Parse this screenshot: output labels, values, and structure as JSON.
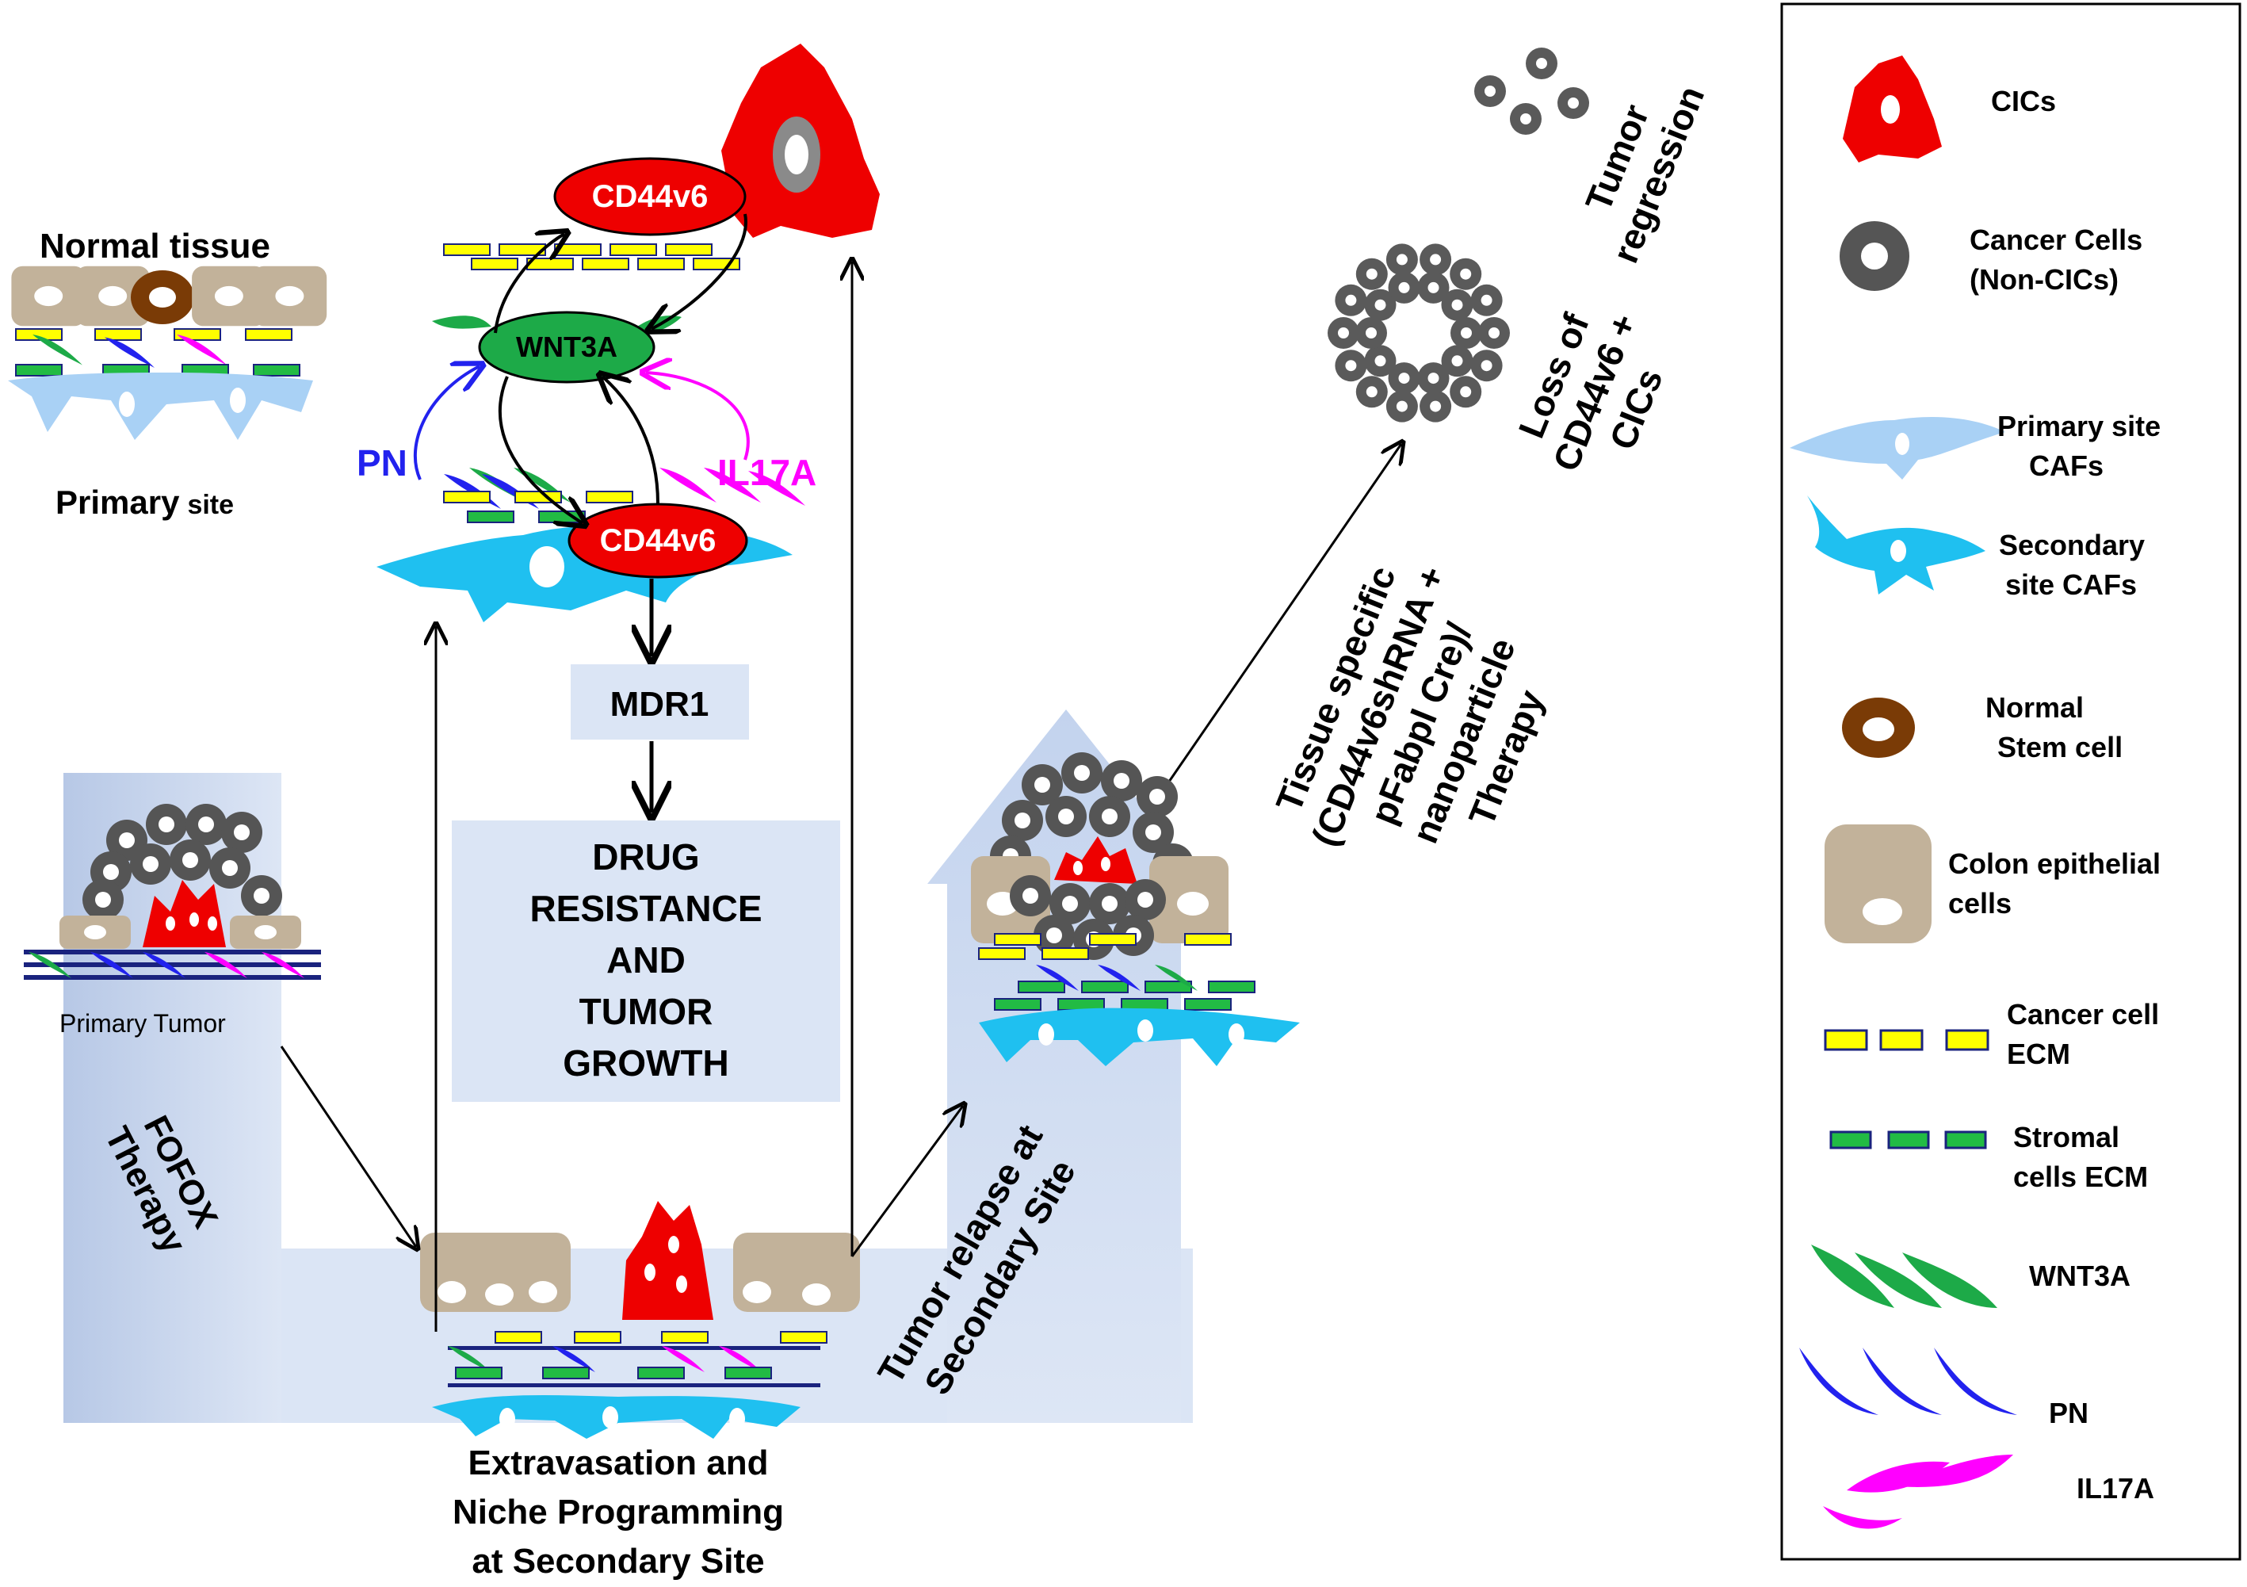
{
  "primary_site": {
    "heading": "Normal tissue",
    "caption_bold": "Primary",
    "caption_small": "site"
  },
  "primary_tumor": {
    "label": "Primary Tumor",
    "therapy_line1": "FOFOX",
    "therapy_line2": "Therapy"
  },
  "niche": {
    "cd44_top": "CD44v6",
    "wnt3a": "WNT3A",
    "pn": "PN",
    "il17a": "IL17A",
    "cd44_bottom": "CD44v6",
    "mdr1": "MDR1",
    "outcome": [
      "DRUG",
      "RESISTANCE",
      "AND",
      "TUMOR",
      "GROWTH"
    ]
  },
  "secondary": {
    "caption": [
      "Extravasation and",
      "Niche Programming",
      "at Secondary Site"
    ],
    "relapse_line1": "Tumor relapse at",
    "relapse_line2": "Secondary Site"
  },
  "therapy": {
    "lines": [
      "Tissue specific",
      "(CD44v6shRNA +",
      "pFabpl Cre)/",
      "nanoparticle",
      "Therapy"
    ]
  },
  "outcome_right": {
    "loss_lines": [
      "Loss of",
      "CD44v6 +",
      "CICs"
    ],
    "regression_lines": [
      "Tumor",
      "regression"
    ]
  },
  "legend": {
    "items": [
      {
        "icon": "cic-icon",
        "lines": [
          "CICs"
        ]
      },
      {
        "icon": "cancer-cell-icon",
        "lines": [
          "Cancer Cells",
          "(Non-CICs)"
        ]
      },
      {
        "icon": "primary-caf-icon",
        "lines": [
          "Primary site",
          "CAFs"
        ]
      },
      {
        "icon": "secondary-caf-icon",
        "lines": [
          "Secondary",
          "site CAFs"
        ]
      },
      {
        "icon": "normal-stem-cell-icon",
        "lines": [
          "Normal",
          "Stem cell"
        ]
      },
      {
        "icon": "colon-epithelial-cell-icon",
        "lines": [
          "Colon  epithelial",
          "cells"
        ]
      },
      {
        "icon": "cancer-ecm-icon",
        "lines": [
          "Cancer cell",
          "ECM"
        ]
      },
      {
        "icon": "stromal-ecm-icon",
        "lines": [
          "Stromal",
          "cells ECM"
        ]
      },
      {
        "icon": "wnt3a-icon",
        "lines": [
          "WNT3A"
        ]
      },
      {
        "icon": "pn-icon",
        "lines": [
          "PN"
        ]
      },
      {
        "icon": "il17a-icon",
        "lines": [
          "IL17A"
        ]
      }
    ]
  },
  "colors": {
    "cic_red": "#ee0000",
    "cancer_gray": "#555555",
    "primary_caf": "#a9d1f5",
    "secondary_caf": "#1fc0f0",
    "stem_brown": "#7a3b06",
    "epithelial_tan": "#c2b29a",
    "cancer_ecm": "#ffff00",
    "stromal_ecm": "#22bb44",
    "wnt3a_green": "#1daa48",
    "pn_blue": "#2222ee",
    "il17a_magenta": "#ff00ff",
    "panel_blue": "#dbe5f5"
  }
}
